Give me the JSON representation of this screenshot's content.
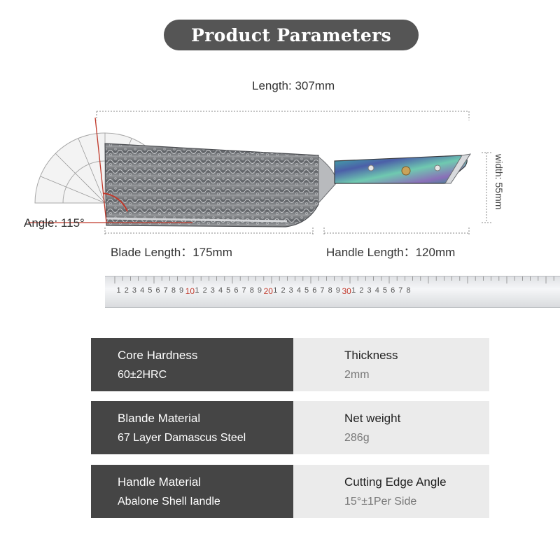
{
  "title": "Product Parameters",
  "dimensions": {
    "length": "Length: 307mm",
    "angle": "Angle: 115°",
    "blade_length": "Blade Length：175mm",
    "handle_length": "Handle Length：120mm",
    "width": "width: 55mm"
  },
  "ruler": {
    "numbers": [
      "1",
      "2",
      "3",
      "4",
      "5",
      "6",
      "7",
      "8",
      "9",
      "10",
      "1",
      "2",
      "3",
      "4",
      "5",
      "6",
      "7",
      "8",
      "9",
      "20",
      "1",
      "2",
      "3",
      "4",
      "5",
      "6",
      "7",
      "8",
      "9",
      "30",
      "1",
      "2",
      "3",
      "4",
      "5",
      "6",
      "7",
      "8"
    ]
  },
  "specs": [
    {
      "left": {
        "name": "Core Hardness",
        "value": "60±2HRC"
      },
      "right": {
        "name": "Thickness",
        "value": "2mm"
      }
    },
    {
      "left": {
        "name": "Blande Material",
        "value": "67 Layer Damascus Steel"
      },
      "right": {
        "name": "Net weight",
        "value": "286g"
      }
    },
    {
      "left": {
        "name": "Handle Material",
        "value": "Abalone Shell Iandle"
      },
      "right": {
        "name": "Cutting Edge Angle",
        "value": "15°±1Per Side"
      }
    }
  ],
  "colors": {
    "title_bg": "#555555",
    "spec_dark": "#454545",
    "spec_light": "#ebebeb",
    "accent_red": "#c0392b"
  }
}
